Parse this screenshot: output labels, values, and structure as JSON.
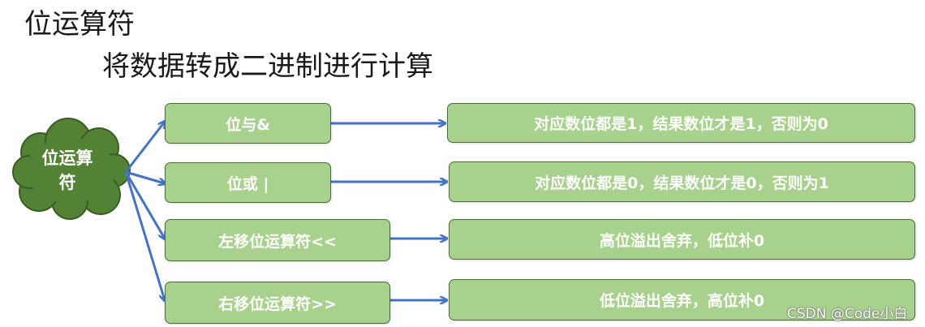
{
  "slide": {
    "title": "位运算符",
    "subtitle": "将数据转成二进制进行计算"
  },
  "root": {
    "label_line1": "位运算",
    "label_line2": "符"
  },
  "operators": [
    {
      "name": "位与&",
      "description": "对应数位都是1，结果数位才是1，否则为0"
    },
    {
      "name": "位或 |",
      "description": "对应数位都是0，结果数位才是0，否则为1"
    },
    {
      "name": "左移位运算符<<",
      "description": "高位溢出舍弃，低位补0"
    },
    {
      "name": "右移位运算符>>",
      "description": "低位溢出舍弃，高位补0"
    }
  ],
  "colors": {
    "cloud_fill": "#548235",
    "box_fill": "#a9d18e",
    "arrow": "#4472c4"
  },
  "watermark": "CSDN @Code小白"
}
